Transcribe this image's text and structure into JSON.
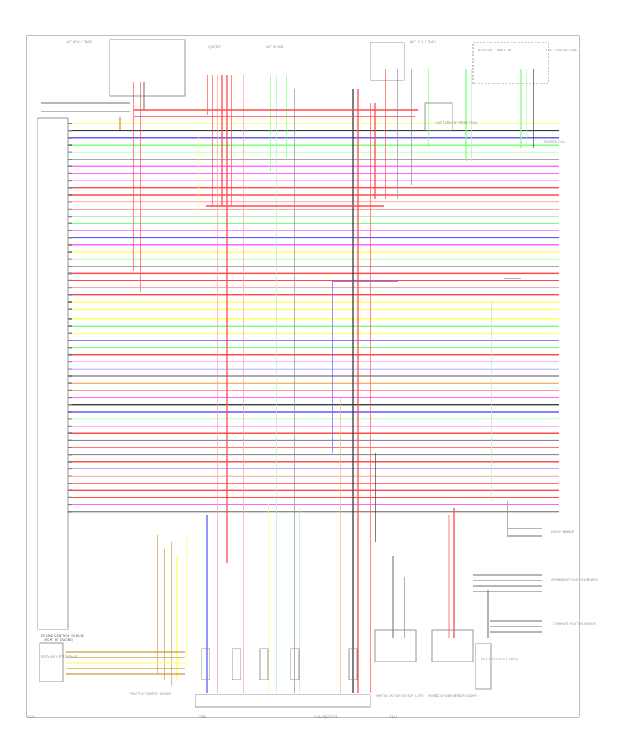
{
  "diagram": {
    "title": "",
    "page_label": "",
    "note": ""
  },
  "components": {
    "ecm": {
      "title": "ENGINE CONTROL MODULE",
      "sub": "(REAR OF ENGINE)"
    },
    "fuse_top_left": "HOT AT ALL TIMES",
    "fuse_top_mid": "HOT IN RUN",
    "fuse_top_right": "HOT AT ALL TIMES",
    "injector_top": "INJECTOR",
    "data_link": "DATA LINK CONNECTOR",
    "check_engine": "CHECK ENGINE LAMP",
    "evap": "EVAP CANISTER PURGE VALVE",
    "ignition_coil": "IGNITION COIL",
    "knock_sensor": "KNOCK SENSOR",
    "crank_sensor": "CRANKSHAFT POSITION SENSOR",
    "cam_sensor": "CAMSHAFT POSITION SENSOR",
    "o2_left": "HEATED OXYGEN SENSOR (LEFT)",
    "o2_right": "HEATED OXYGEN SENSOR (RIGHT)",
    "injectors_bottom": "FUEL INJECTORS",
    "tps": "THROTTLE POSITION SENSOR",
    "maf": "MASS AIR FLOW SENSOR",
    "iac": "IDLE AIR CONTROL VALVE",
    "ground_left": "G101",
    "ground_mid": "G102",
    "ground_right": "G103"
  },
  "colors": {
    "frame": "#7d7d7d",
    "red": "#ff4a4a",
    "pink": "#ff9a9a",
    "magenta": "#ff66ff",
    "green": "#7dff7d",
    "lightgreen": "#aef5ae",
    "yellow": "#ffff66",
    "blue": "#5c5cff",
    "gray": "#8c8c8c",
    "dark": "#3a3a3a",
    "brown": "#c89a3c",
    "orange": "#ffb070"
  }
}
